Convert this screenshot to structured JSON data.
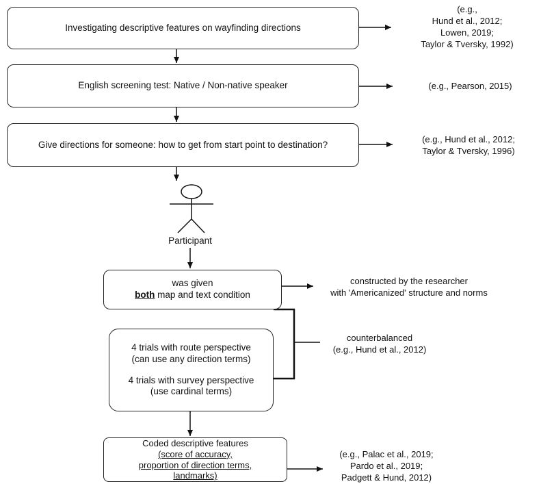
{
  "steps": {
    "step1": "Investigating descriptive features on wayfinding directions",
    "step2": "English screening test: Native /  Non-native speaker",
    "step3": "Give directions for someone: how to get from start point to destination?",
    "participant": "Participant",
    "step4": {
      "line1": "was given",
      "bold": "both",
      "rest": " map and text condition"
    },
    "step5": {
      "route1": "4 trials with route perspective",
      "route2": "(can use any direction terms)",
      "survey1": "4 trials with survey perspective",
      "survey2": "(use cardinal terms)"
    },
    "step6": {
      "line1": "Coded descriptive features",
      "line2": "(score of accuracy,",
      "line3": " proportion of direction terms,",
      "line4": "landmarks)"
    }
  },
  "refs": {
    "ref1": [
      "(e.g.,",
      "Hund et al., 2012;",
      "Lowen, 2019;",
      "Taylor & Tversky, 1992)"
    ],
    "ref2": "(e.g., Pearson, 2015)",
    "ref3": [
      "(e.g., Hund et al., 2012;",
      "Taylor & Tversky, 1996)"
    ],
    "ref4": [
      "constructed by the researcher",
      "with 'Americanized' structure and norms"
    ],
    "ref5": [
      "counterbalanced",
      "(e.g., Hund et al., 2012)"
    ],
    "ref6": [
      "(e.g., Palac et al., 2019;",
      "Pardo et al., 2019;",
      "Padgett & Hund, 2012)"
    ]
  }
}
